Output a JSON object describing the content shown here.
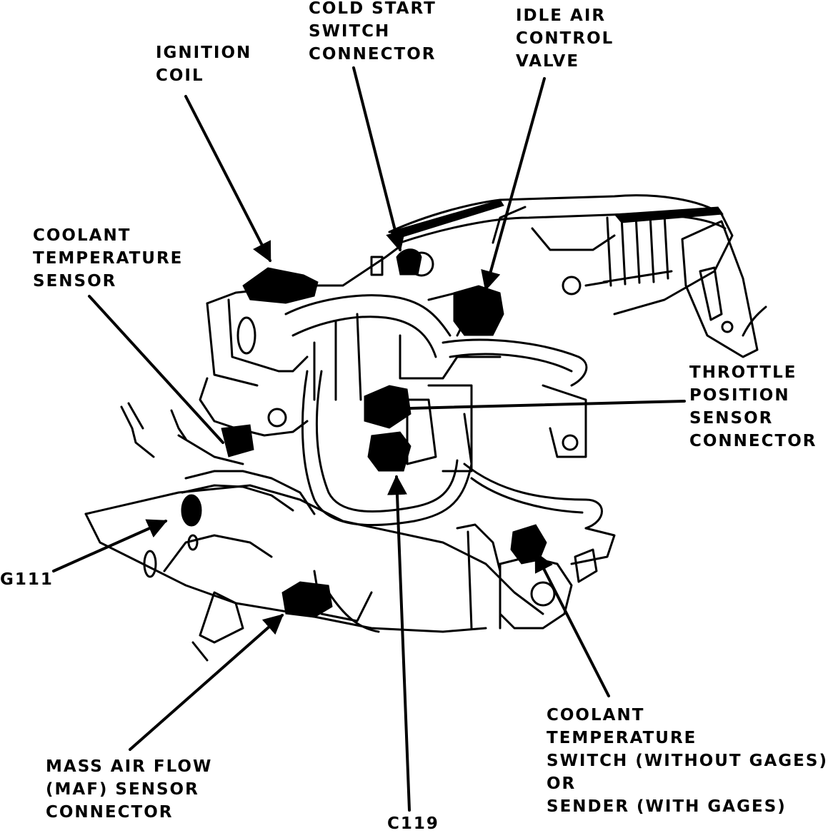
{
  "diagram": {
    "colors": {
      "ink": "#000000",
      "paper": "#ffffff"
    },
    "labels": {
      "ignition_coil": [
        "IGNITION",
        "COIL"
      ],
      "cold_start_switch_connector": [
        "COLD START",
        "SWITCH",
        "CONNECTOR"
      ],
      "idle_air_control_valve": [
        "IDLE AIR",
        "CONTROL",
        "VALVE"
      ],
      "coolant_temperature_sensor": [
        "COOLANT",
        "TEMPERATURE",
        "SENSOR"
      ],
      "throttle_position_sensor_connector": [
        "THROTTLE",
        "POSITION",
        "SENSOR",
        "CONNECTOR"
      ],
      "g111": [
        "G111"
      ],
      "maf_sensor_connector": [
        "MASS AIR FLOW",
        "(MAF) SENSOR",
        "CONNECTOR"
      ],
      "c119": [
        "C119"
      ],
      "coolant_temperature_switch": [
        "COOLANT",
        "TEMPERATURE",
        "SWITCH (WITHOUT GAGES)",
        "OR",
        "SENDER (WITH GAGES)"
      ]
    }
  }
}
